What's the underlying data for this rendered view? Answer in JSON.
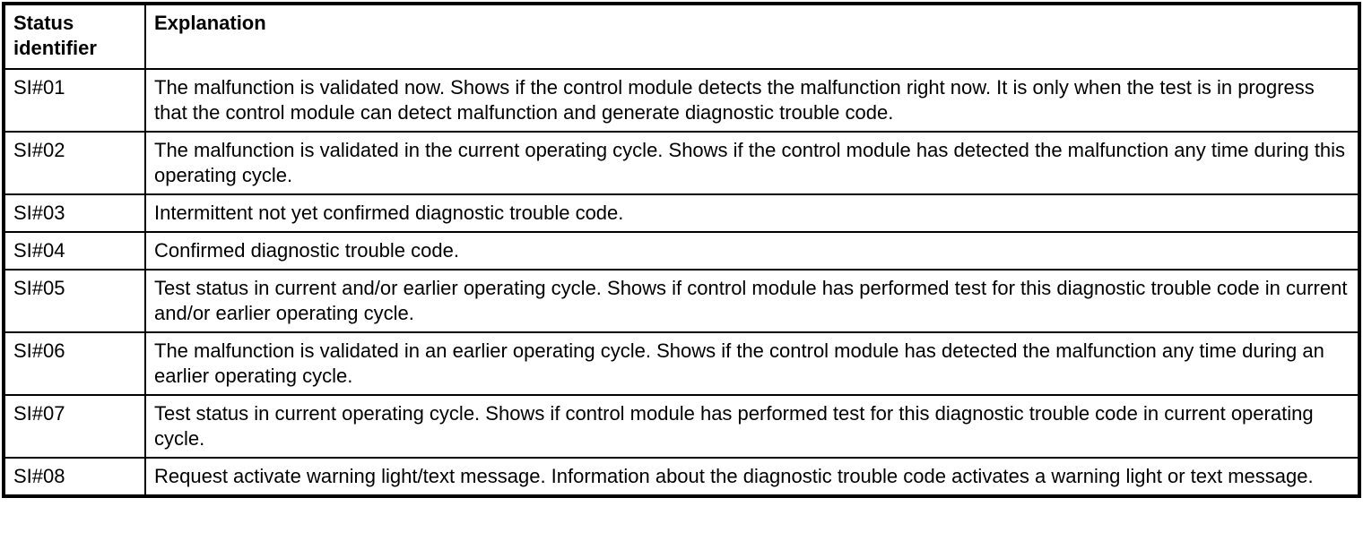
{
  "colors": {
    "border": "#000000",
    "text": "#000000",
    "background": "#ffffff"
  },
  "table": {
    "columns": [
      {
        "label": "Status identifier"
      },
      {
        "label": "Explanation"
      }
    ],
    "rows": [
      {
        "id": "SI#01",
        "explanation": "The malfunction is validated now. Shows if the control module detects the malfunction right now. It is only when the test is in progress that the control module can detect malfunction and generate diagnostic trouble code."
      },
      {
        "id": "SI#02",
        "explanation": "The malfunction is validated in the current operating cycle. Shows if the control module has detected the malfunction any time during this operating cycle."
      },
      {
        "id": "SI#03",
        "explanation": "Intermittent not yet confirmed diagnostic trouble code."
      },
      {
        "id": "SI#04",
        "explanation": "Confirmed diagnostic trouble code."
      },
      {
        "id": "SI#05",
        "explanation": "Test status in current and/or earlier operating cycle. Shows if control module has performed test for this diagnostic trouble code in current and/or earlier operating cycle."
      },
      {
        "id": "SI#06",
        "explanation": "The malfunction is validated in an earlier operating cycle. Shows if the control module has detected the malfunction any time during an earlier operating cycle."
      },
      {
        "id": "SI#07",
        "explanation": "Test status in current operating cycle. Shows if control module has performed test for this diagnostic trouble code in current operating cycle."
      },
      {
        "id": "SI#08",
        "explanation": "Request activate warning light/text message. Information about the diagnostic trouble code activates a warning light or text message."
      }
    ]
  }
}
